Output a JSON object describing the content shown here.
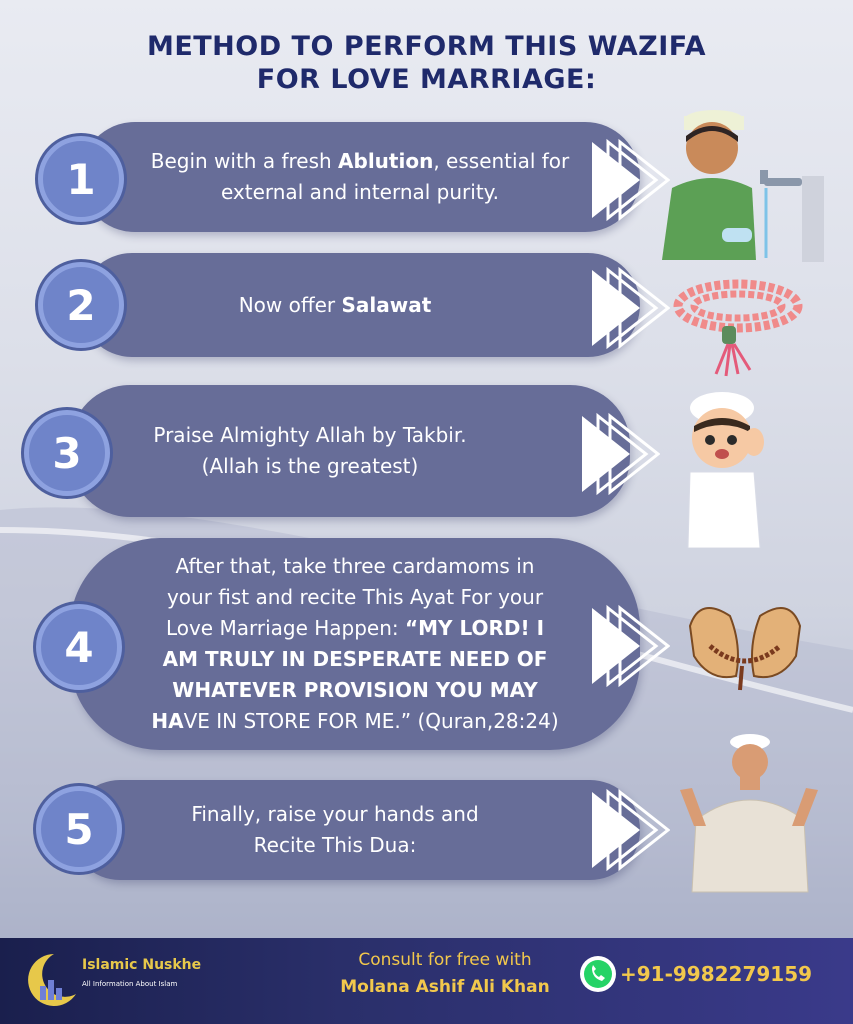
{
  "title": {
    "line1": "METHOD TO PERFORM THIS WAZIFA",
    "line2": "FOR LOVE MARRIAGE:"
  },
  "steps": [
    {
      "number": "1",
      "text_before": "Begin with a fresh ",
      "text_bold": "Ablution",
      "text_after": ", essential for external and internal purity."
    },
    {
      "number": "2",
      "text_before": "Now offer ",
      "text_bold": "Salawat",
      "text_after": ""
    },
    {
      "number": "3",
      "line1": "Praise Almighty Allah by Takbir.",
      "line2": "(Allah is the greatest)"
    },
    {
      "number": "4",
      "text_before": "After that, take three cardamoms in your fist and recite This Ayat For your Love Marriage Happen: ",
      "text_bold": "“MY LORD! I AM TRULY IN DESPERATE NEED OF WHATEVER PROVISION YOU MAY HA",
      "text_after": "VE IN STORE FOR ME.” (Quran,28:24)"
    },
    {
      "number": "5",
      "line1": "Finally, raise your hands and",
      "line2": "Recite This Dua:"
    }
  ],
  "footer": {
    "brand_name": "Islamic Nuskhe",
    "brand_tagline": "All Information About Islam",
    "consult_line": "Consult for free with",
    "consult_name": "Molana Ashif Ali Khan",
    "phone": "+91-9982279159",
    "phone_icon": "whatsapp-icon"
  },
  "colors": {
    "title": "#1f2a6b",
    "card": "#676d98",
    "number_circle": "#6f84c9",
    "footer_bg": "#1a1f4d",
    "accent_gold": "#f2c84c"
  }
}
